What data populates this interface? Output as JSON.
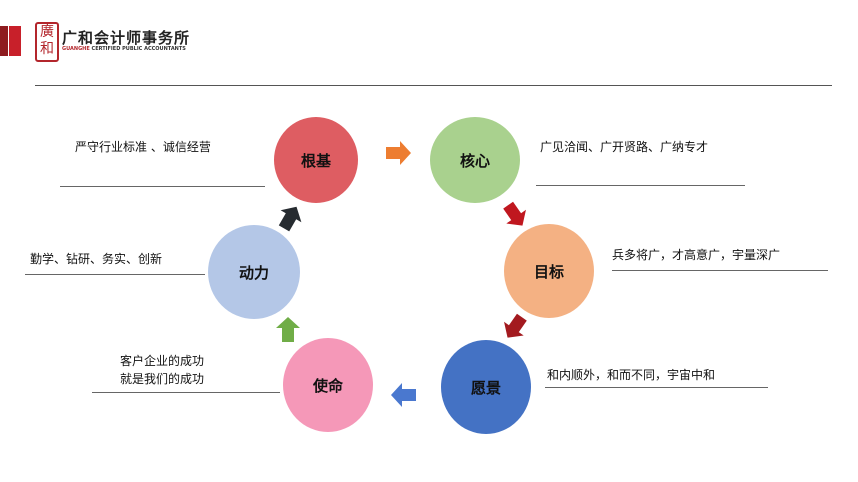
{
  "header": {
    "logo_seal": "廣和",
    "company_cn": "广和会计师事务所",
    "company_en_brand": "GUANGHE",
    "company_en": "CERTIFIED PUBLIC ACCOUNTANTS"
  },
  "nodes": [
    {
      "label": "根基",
      "color": "#de5d62",
      "desc": [
        "严守行业标准 、诚信经营"
      ]
    },
    {
      "label": "核心",
      "color": "#a9d18e",
      "desc": [
        "广见洽闻、广开贤路、广纳专才"
      ]
    },
    {
      "label": "目标",
      "color": "#f4b183",
      "desc": [
        "兵多将广，才高意广，宇量深广"
      ]
    },
    {
      "label": "愿景",
      "color": "#4472c4",
      "desc": [
        "和内顺外，和而不同，宇宙中和"
      ]
    },
    {
      "label": "使命",
      "color": "#f598b8",
      "desc": [
        "客户企业的成功",
        "就是我们的成功"
      ]
    },
    {
      "label": "动力",
      "color": "#b4c7e7",
      "desc": [
        "勤学、钻研、务实、创新"
      ]
    }
  ],
  "arrows": [
    {
      "from": "根基",
      "to": "核心",
      "color": "#ed7d31"
    },
    {
      "from": "核心",
      "to": "目标",
      "color": "#c0171f"
    },
    {
      "from": "目标",
      "to": "愿景",
      "color": "#a31a1f"
    },
    {
      "from": "愿景",
      "to": "使命",
      "color": "#4a78cf"
    },
    {
      "from": "使命",
      "to": "动力",
      "color": "#70ad47"
    },
    {
      "from": "动力",
      "to": "根基",
      "color": "#262b30"
    }
  ]
}
